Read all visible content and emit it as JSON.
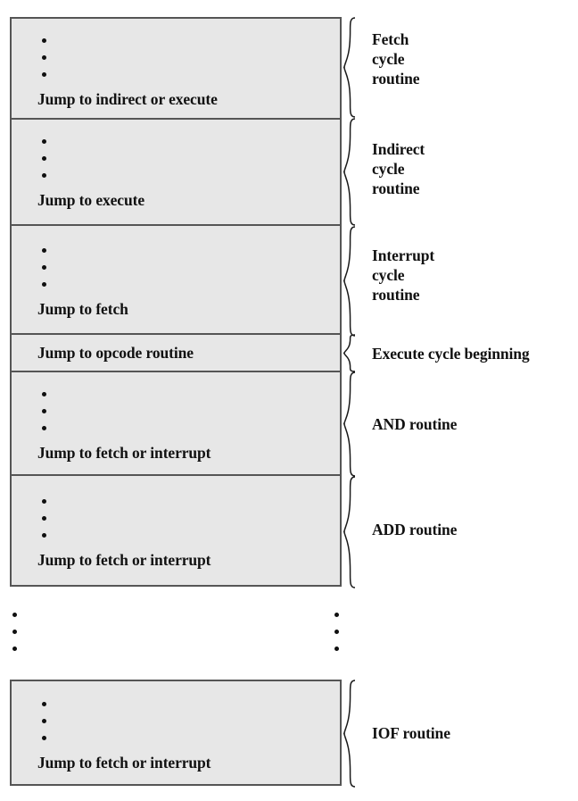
{
  "figure": {
    "kind": "control-memory-layout-diagram",
    "background_color": "#ffffff",
    "block_fill_color": "#e7e7e7",
    "block_border_color": "#555555",
    "text_color": "#111111"
  },
  "memory_blocks": [
    {
      "id": "fetch-cycle-routine",
      "ellipsis_count": 3,
      "jump_label": "Jump to indirect or execute",
      "annotation": "Fetch\ncycle\nroutine"
    },
    {
      "id": "indirect-cycle-routine",
      "ellipsis_count": 3,
      "jump_label": "Jump to execute",
      "annotation": "Indirect\ncycle\nroutine"
    },
    {
      "id": "interrupt-cycle-routine",
      "ellipsis_count": 3,
      "jump_label": "Jump to fetch",
      "annotation": "Interrupt\ncycle\nroutine"
    },
    {
      "id": "execute-cycle-beginning",
      "ellipsis_count": 0,
      "jump_label": "Jump to opcode routine",
      "annotation": "Execute cycle beginning"
    },
    {
      "id": "and-routine",
      "ellipsis_count": 3,
      "jump_label": "Jump to fetch or interrupt",
      "annotation": "AND routine"
    },
    {
      "id": "add-routine",
      "ellipsis_count": 3,
      "jump_label": "Jump to fetch or interrupt",
      "annotation": "ADD routine"
    },
    {
      "id": "iof-routine",
      "ellipsis_count": 3,
      "jump_label": "Jump to fetch or interrupt",
      "annotation": "IOF routine"
    }
  ],
  "gap_ellipses": {
    "left_dot_count": 3,
    "right_dot_count": 3
  }
}
